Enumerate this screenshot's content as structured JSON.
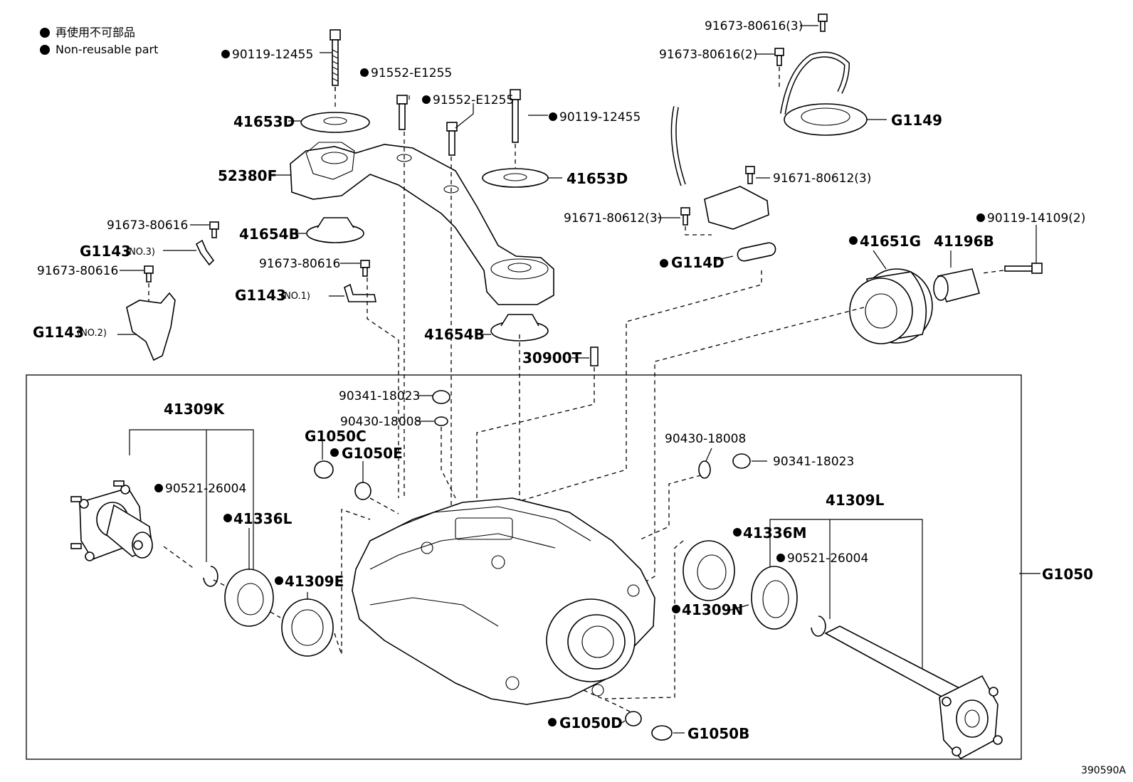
{
  "legend": {
    "jp": "再使用不可部品",
    "en": "Non-reusable part"
  },
  "diagram_code": "390590A",
  "labels": {
    "p90119_12455_a": "90119-12455",
    "p91552_e1255_a": "91552-E1255",
    "p91552_e1255_b": "91552-E1255",
    "p90119_12455_b": "90119-12455",
    "p41653d_a": "41653D",
    "p41653d_b": "41653D",
    "p52380f": "52380F",
    "p41654b_a": "41654B",
    "p41654b_b": "41654B",
    "p91673_80616_a": "91673-80616",
    "p91673_80616_b": "91673-80616",
    "p91673_80616_c": "91673-80616",
    "p91673_80616_3": "91673-80616(3)",
    "p91673_80616_2": "91673-80616(2)",
    "g1143_no3": "G1143",
    "g1143_no3_sub": "(NO.3)",
    "g1143_no1": "G1143",
    "g1143_no1_sub": "(NO.1)",
    "g1143_no2": "G1143",
    "g1143_no2_sub": "(NO.2)",
    "g1149": "G1149",
    "p91671_80612_a": "91671-80612(3)",
    "p91671_80612_b": "91671-80612(3)",
    "g114d": "G114D",
    "p90119_14109": "90119-14109(2)",
    "p41651g": "41651G",
    "p41196b": "41196B",
    "p30900t": "30900T",
    "p90341_18023_a": "90341-18023",
    "p90430_18008_a": "90430-18008",
    "p90430_18008_b": "90430-18008",
    "p90341_18023_b": "90341-18023",
    "g1050c": "G1050C",
    "g1050e": "G1050E",
    "p41309k": "41309K",
    "p90521_26004_a": "90521-26004",
    "p41336l": "41336L",
    "p41309e": "41309E",
    "p41309l": "41309L",
    "p41336m": "41336M",
    "p90521_26004_b": "90521-26004",
    "p41309n": "41309N",
    "g1050": "G1050",
    "g1050d": "G1050D",
    "g1050b": "G1050B"
  }
}
